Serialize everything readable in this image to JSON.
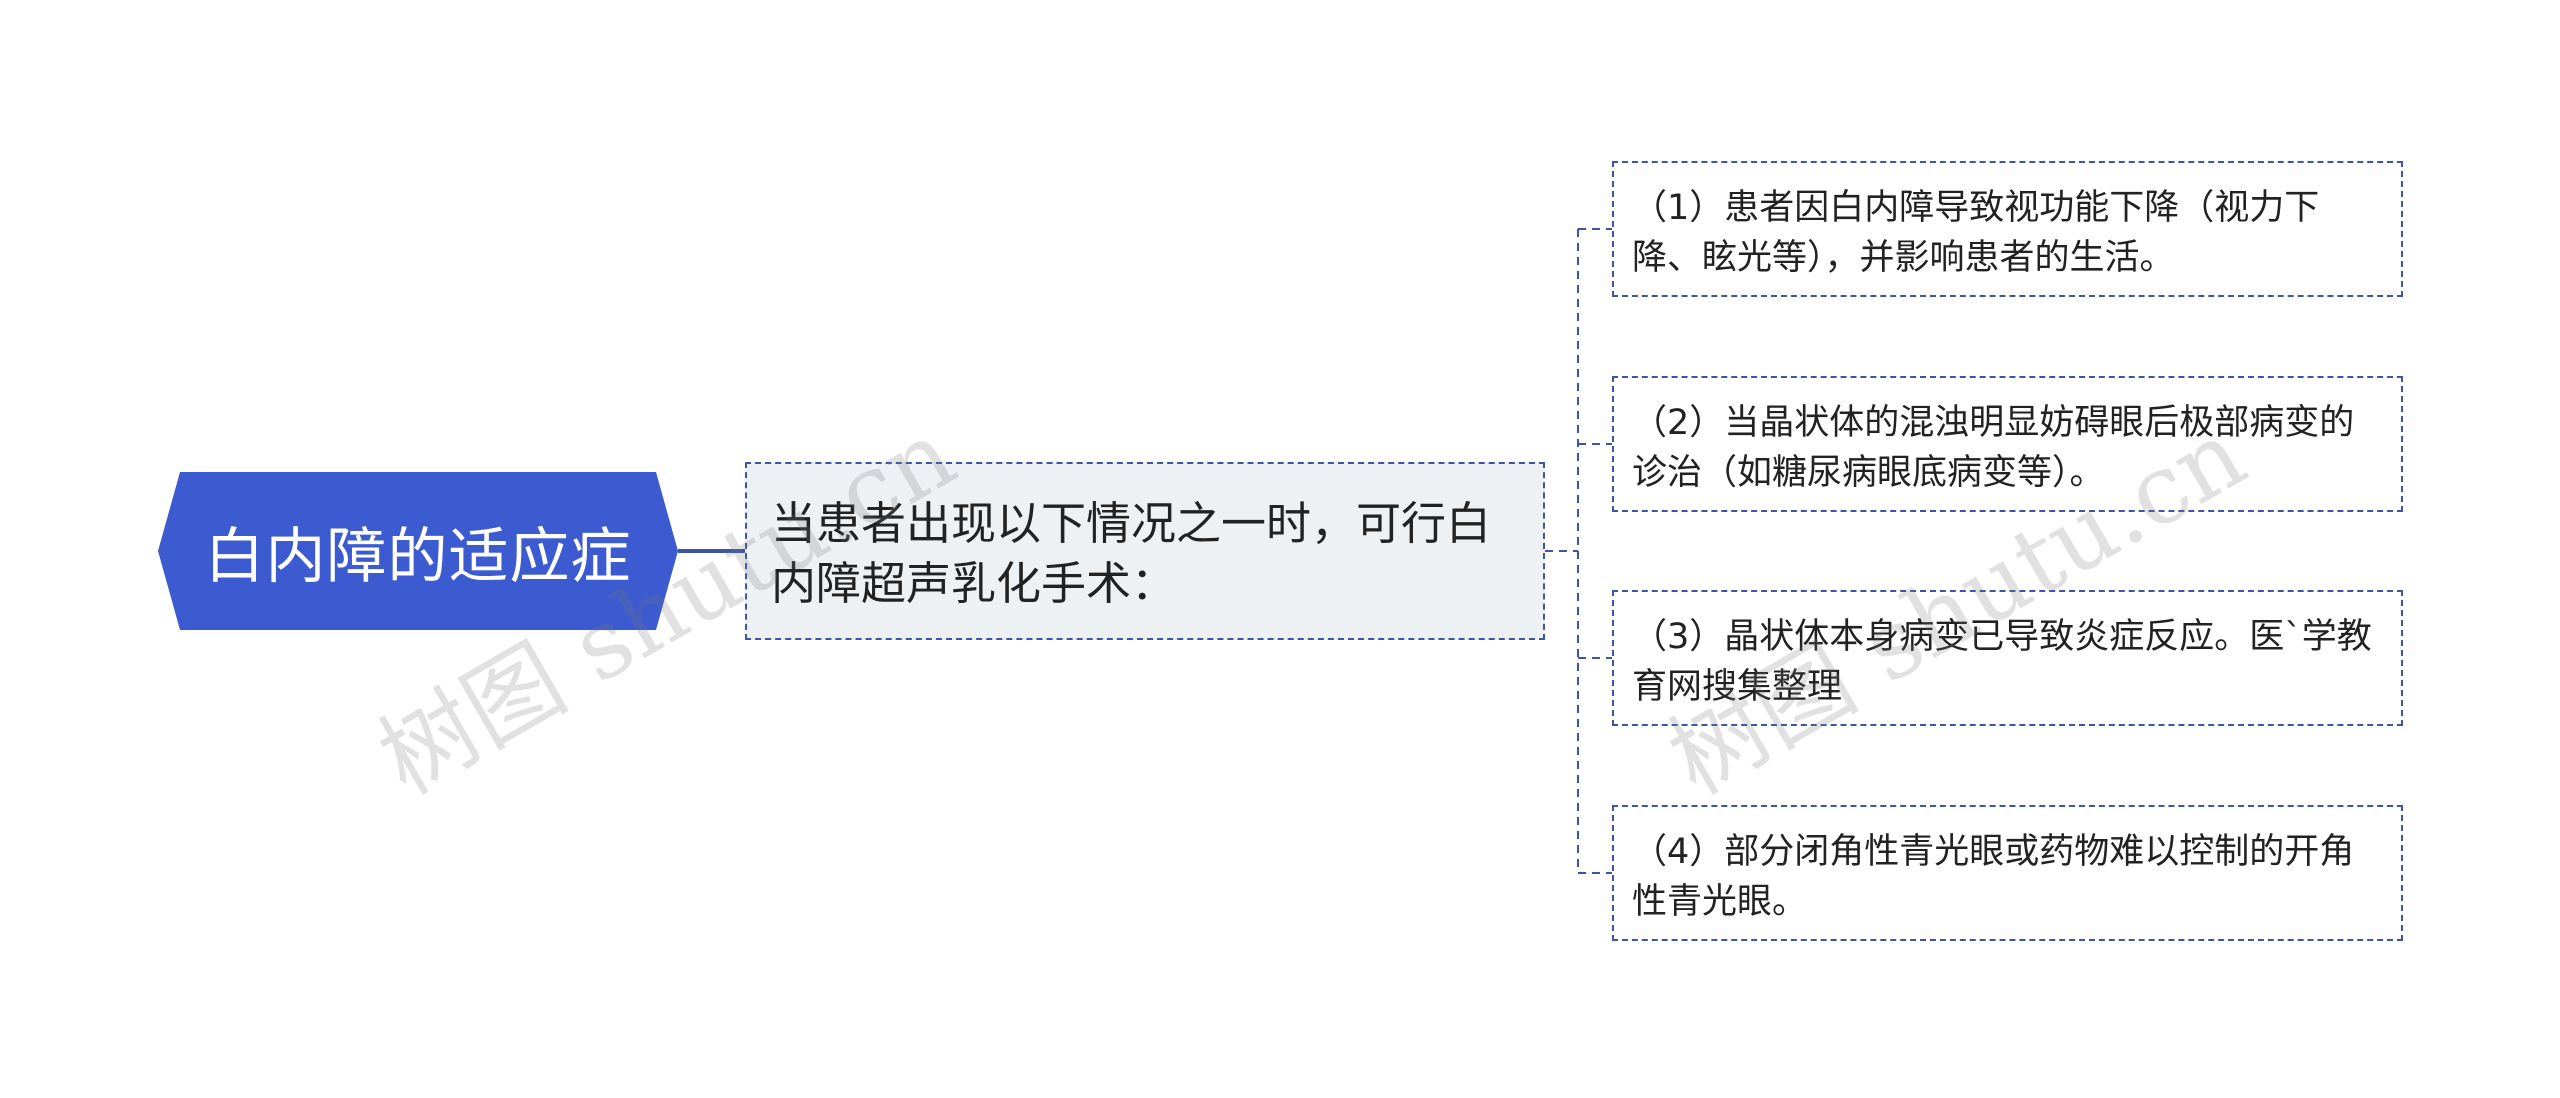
{
  "root": {
    "label": "白内障的适应症",
    "color": "#3d5bd0"
  },
  "middle": {
    "label": "当患者出现以下情况之一时，可行白内障超声乳化手术："
  },
  "leaves": [
    {
      "label": "（1）患者因白内障导致视功能下降（视力下降、眩光等），并影响患者的生活。"
    },
    {
      "label": "（2）当晶状体的混浊明显妨碍眼后极部病变的诊治（如糖尿病眼底病变等）。"
    },
    {
      "label": "（3）晶状体本身病变已导致炎症反应。医`学教育网搜集整理"
    },
    {
      "label": "（4）部分闭角性青光眼或药物难以控制的开角性青光眼。"
    }
  ],
  "colors": {
    "connector": "#3d55a8",
    "node_fill": "#eef1f4"
  },
  "watermarks": [
    "树图 shutu.cn",
    "树图 shutu.cn"
  ]
}
